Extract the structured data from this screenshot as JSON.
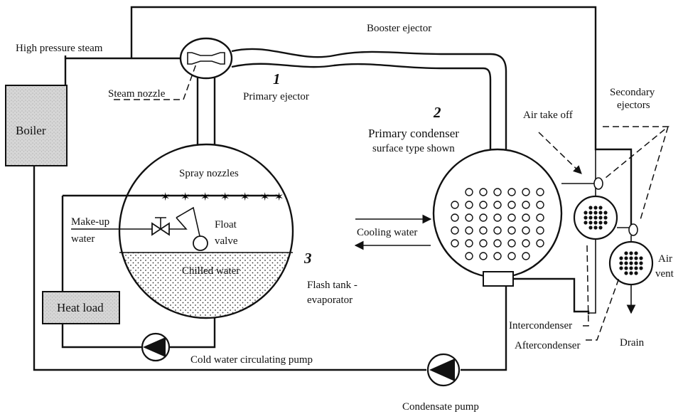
{
  "labels": {
    "high_pressure_steam": "High pressure steam",
    "booster_ejector": "Booster ejector",
    "steam_nozzle": "Steam nozzle",
    "primary_ejector": "Primary ejector",
    "boiler": "Boiler",
    "secondary_ejectors_1": "Secondary",
    "secondary_ejectors_2": "ejectors",
    "air_take_off": "Air take off",
    "primary_condenser": "Primary condenser",
    "surface_type": "surface type shown",
    "spray_nozzles": "Spray nozzles",
    "make_up_1": "Make-up",
    "make_up_2": "water",
    "float_1": "Float",
    "float_2": "valve",
    "cooling_water": "Cooling water",
    "chilled_water": "Chilled water",
    "flash_tank_1": "Flash tank -",
    "flash_tank_2": "evaporator",
    "heat_load": "Heat load",
    "air_vent_1": "Air",
    "air_vent_2": "vent",
    "intercondenser": "Intercondenser",
    "aftercondenser": "Aftercondenser",
    "drain": "Drain",
    "cold_water_pump": "Cold water circulating pump",
    "condensate_pump": "Condensate pump"
  },
  "numbers": {
    "n1": "1",
    "n2": "2",
    "n3": "3"
  },
  "colors": {
    "line": "#111111",
    "box_fill": "#d6d6d6",
    "paper": "#ffffff"
  }
}
